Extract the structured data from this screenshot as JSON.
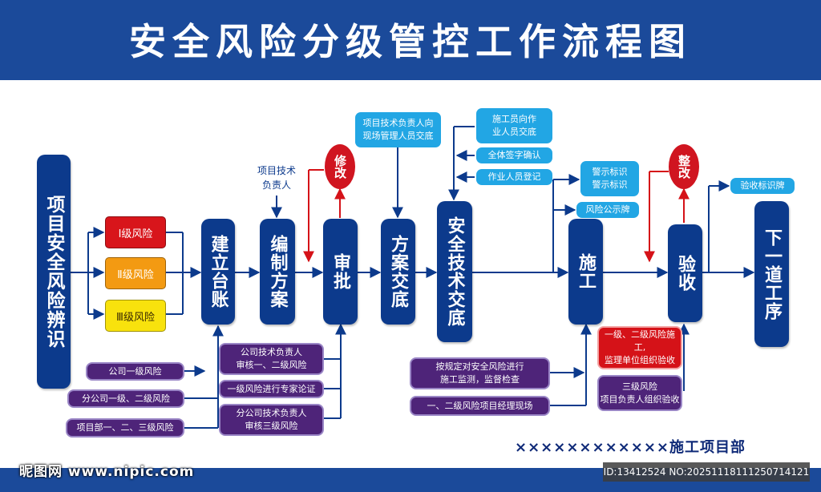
{
  "header": {
    "title": "安全风险分级管控工作流程图"
  },
  "main_steps": {
    "identify": "项目安全风险辨识",
    "ledger": "建立台账",
    "plan": "编制方案",
    "approve": "审批",
    "disclose": "方案交底",
    "safety_disclose": "安全技术交底",
    "construct": "施工",
    "accept": "验收",
    "next": "下一道工序"
  },
  "levels": {
    "l1": "Ⅰ级风险",
    "l2": "Ⅱ级风险",
    "l3": "Ⅲ级风险"
  },
  "colors": {
    "level1": "#d8151b",
    "level2": "#f39a12",
    "level3": "#f8e20d",
    "main": "#0c3a8c",
    "header": "#1b4a9a",
    "cyan": "#22a6e4",
    "purple": "#4e2479",
    "red": "#d51218"
  },
  "notes": {
    "tech_lead": "项目技术\n负责人",
    "fix1": "修改",
    "to_site_mgmt": "项目技术负责人向\n现场管理人员交底",
    "worker_disclose": "施工员向作\n业人员交底",
    "all_sign": "全体签字确认",
    "worker_register": "作业人员登记",
    "warning_sign": "警示标识\n警示标识",
    "risk_board": "风险公示牌",
    "fix2": "整改",
    "accept_board": "验收标识牌"
  },
  "bottom_notes": {
    "company_l1": "公司一级风险",
    "branch_l12": "分公司一级、二级风险",
    "project_l123": "项目部一、二、三级风险",
    "co_review": "公司技术负责人\n审核一、二级风险",
    "expert": "一级风险进行专家论证",
    "branch_review": "分公司技术负责人\n审核三级风险",
    "monitor": "按规定对安全风险进行\n施工监测，监督检查",
    "manager_onsite": "一、二级风险项目经理现场",
    "supervisor_accept": "一级、二级风险施工,\n监理单位组织验收",
    "l3_accept": "三级风险\n项目负责人组织验收"
  },
  "footer": {
    "company": "××××××××××××施工项目部",
    "watermark_left": "昵图网 www.nipic.com",
    "watermark_right": "ID:13412524 NO:20251118111250714121"
  }
}
